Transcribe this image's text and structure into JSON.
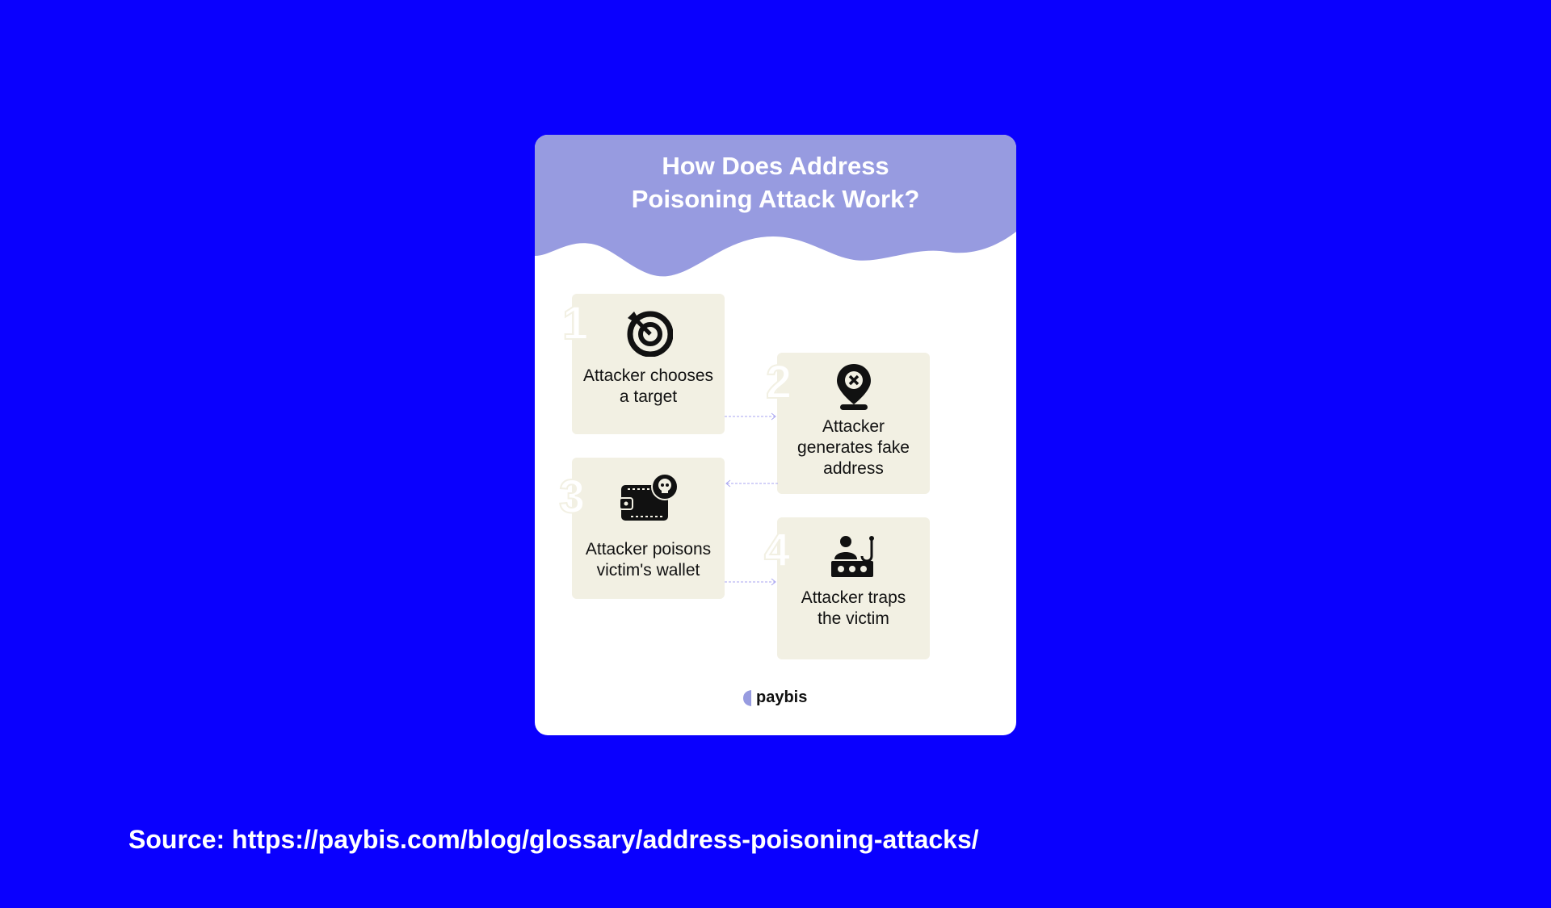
{
  "title_line1": "How Does Address",
  "title_line2": "Poisoning Attack Work?",
  "steps": [
    {
      "number": "1",
      "label_line1": "Attacker chooses",
      "label_line2": "a target",
      "icon": "target-icon"
    },
    {
      "number": "2",
      "label_line1": "Attacker",
      "label_line2": "generates fake",
      "label_line3": "address",
      "icon": "location-pin-x-icon"
    },
    {
      "number": "3",
      "label_line1": "Attacker poisons",
      "label_line2": "victim's wallet",
      "icon": "wallet-skull-icon"
    },
    {
      "number": "4",
      "label_line1": "Attacker traps",
      "label_line2": "the victim",
      "icon": "phishing-hook-icon"
    }
  ],
  "logo": "paybis",
  "source": "Source: https://paybis.com/blog/glossary/address-poisoning-attacks/",
  "colors": {
    "background": "#0a00fe",
    "header": "#979be0",
    "box": "#f2f0e3",
    "arrow": "#a9a6f0"
  }
}
